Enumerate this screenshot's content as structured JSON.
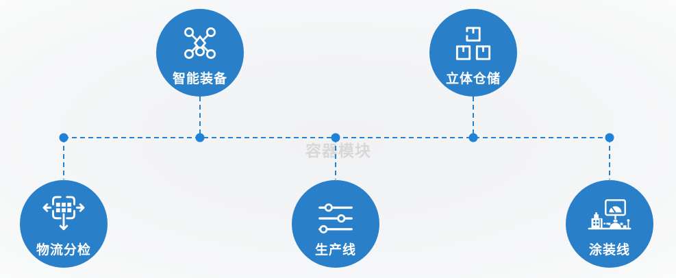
{
  "diagram": {
    "watermark": {
      "text": "容器模块"
    },
    "colors": {
      "node_fill": "#2a80c8",
      "connector_line": "#1f82d6",
      "background": "#f4f5f6",
      "label_text": "#ffffff",
      "watermark_text": "#d8d8d8"
    },
    "nodes": [
      {
        "label": "智能装备",
        "icon": "network-nodes-icon",
        "row": "top"
      },
      {
        "label": "立体仓储",
        "icon": "stacked-boxes-icon",
        "row": "top"
      },
      {
        "label": "物流分检",
        "icon": "sort-dispatch-icon",
        "row": "bottom"
      },
      {
        "label": "生产线",
        "icon": "sliders-icon",
        "row": "bottom"
      },
      {
        "label": "涂装线",
        "icon": "machine-gauge-icon",
        "row": "bottom"
      }
    ]
  }
}
